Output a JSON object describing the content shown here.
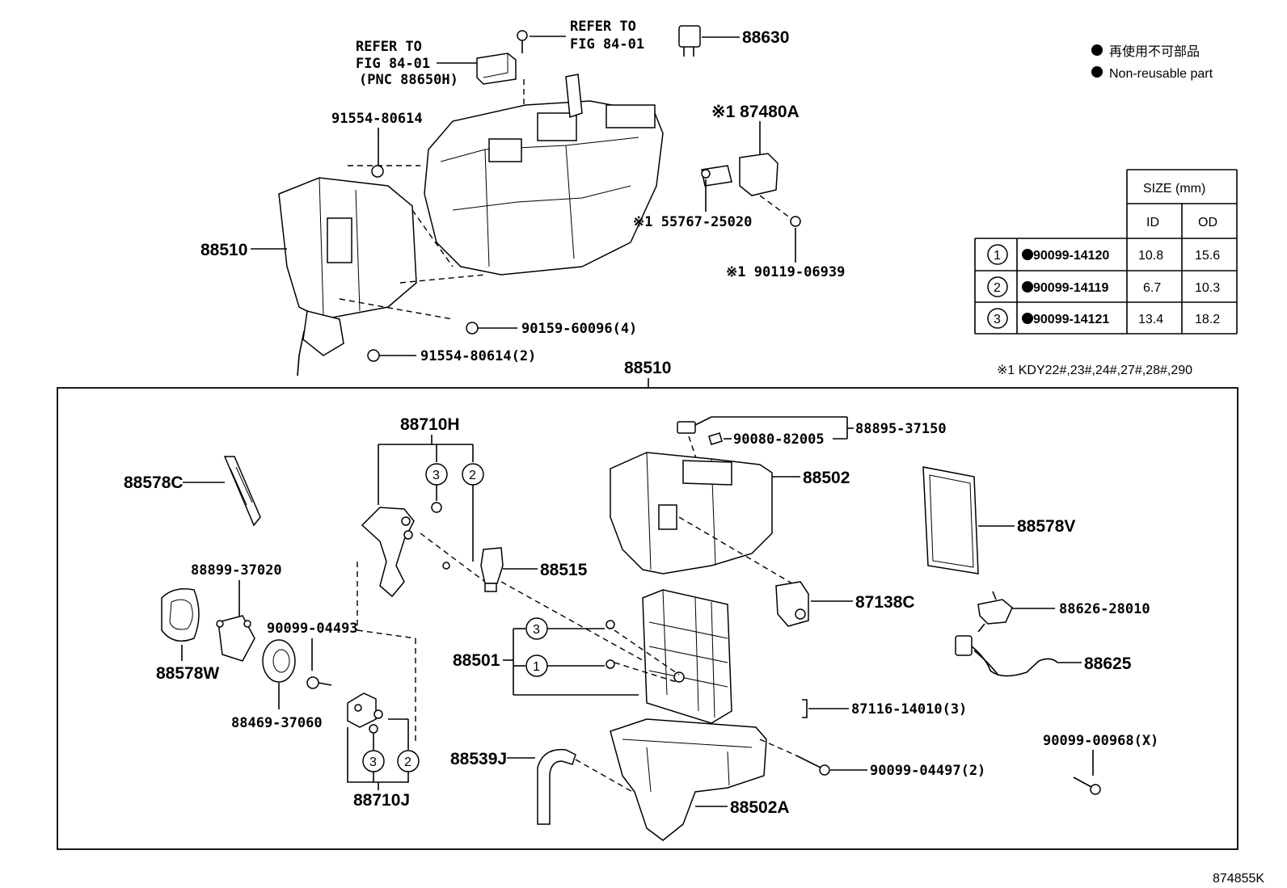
{
  "legend": {
    "japanese": "再使用不可部品",
    "english": "Non-reusable part"
  },
  "refer_left": {
    "line1": "REFER TO",
    "line2": "FIG 84-01",
    "line3": "(PNC 88650H)"
  },
  "refer_right": {
    "line1": "REFER TO",
    "line2": "FIG 84-01"
  },
  "upper_parts": {
    "p88630": "88630",
    "p87480A": "※1 87480A",
    "p91554_80614": "91554-80614",
    "p88510_left": "88510",
    "p55767": "※1 55767-25020",
    "p90119": "※1 90119-06939",
    "p90159": "90159-60096(4)",
    "p91554_2": "91554-80614(2)",
    "p88510_box": "88510"
  },
  "size_table": {
    "header": "SIZE (mm)",
    "col_id": "ID",
    "col_od": "OD",
    "rows": [
      {
        "num": "1",
        "part": "90099-14120",
        "id": "10.8",
        "od": "15.6"
      },
      {
        "num": "2",
        "part": "90099-14119",
        "id": "6.7",
        "od": "10.3"
      },
      {
        "num": "3",
        "part": "90099-14121",
        "id": "13.4",
        "od": "18.2"
      }
    ]
  },
  "footnote": "※1 KDY22#,23#,24#,27#,28#,290",
  "box_parts": {
    "p88710H": "88710H",
    "p88578C": "88578C",
    "p88899": "88899-37020",
    "p88578W": "88578W",
    "p90099_04493": "90099-04493",
    "p88469": "88469-37060",
    "p88710J": "88710J",
    "p88515": "88515",
    "p88501": "88501",
    "p88539J": "88539J",
    "p90080": "90080-82005",
    "p88895": "88895-37150",
    "p88502": "88502",
    "p87138C": "87138C",
    "p87116": "87116-14010(3)",
    "p90099_04497": "90099-04497(2)",
    "p88502A": "88502A",
    "p88578V": "88578V",
    "p88626": "88626-28010",
    "p88625": "88625",
    "p90099_00968": "90099-00968(X)"
  },
  "circle_labels": {
    "one": "1",
    "two": "2",
    "three": "3"
  },
  "figure_id": "874855K"
}
